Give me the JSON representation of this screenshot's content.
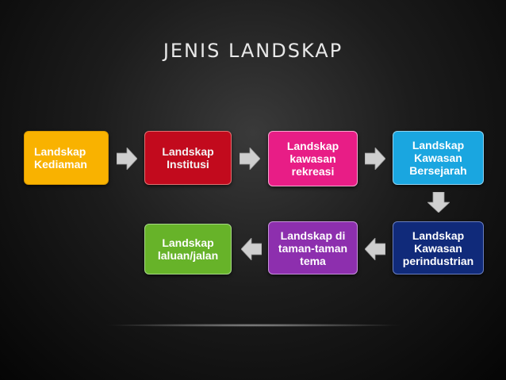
{
  "title": "JENIS LANDSKAP",
  "boxes": [
    {
      "label": "Landskap Kediaman",
      "color": "#f9b200"
    },
    {
      "label": "Landskap Institusi",
      "color": "#c20a1d"
    },
    {
      "label": "Landskap kawasan rekreasi",
      "color": "#e81d86"
    },
    {
      "label": "Landskap Kawasan Bersejarah",
      "color": "#1aa6e0"
    },
    {
      "label": "Landskap Kawasan perindustrian",
      "color": "#102a7a"
    },
    {
      "label": "Landskap di taman-taman tema",
      "color": "#8d2fae"
    },
    {
      "label": "Landskap laluan/jalan",
      "color": "#67b329"
    }
  ],
  "arrow_color": "#cfcfcf"
}
